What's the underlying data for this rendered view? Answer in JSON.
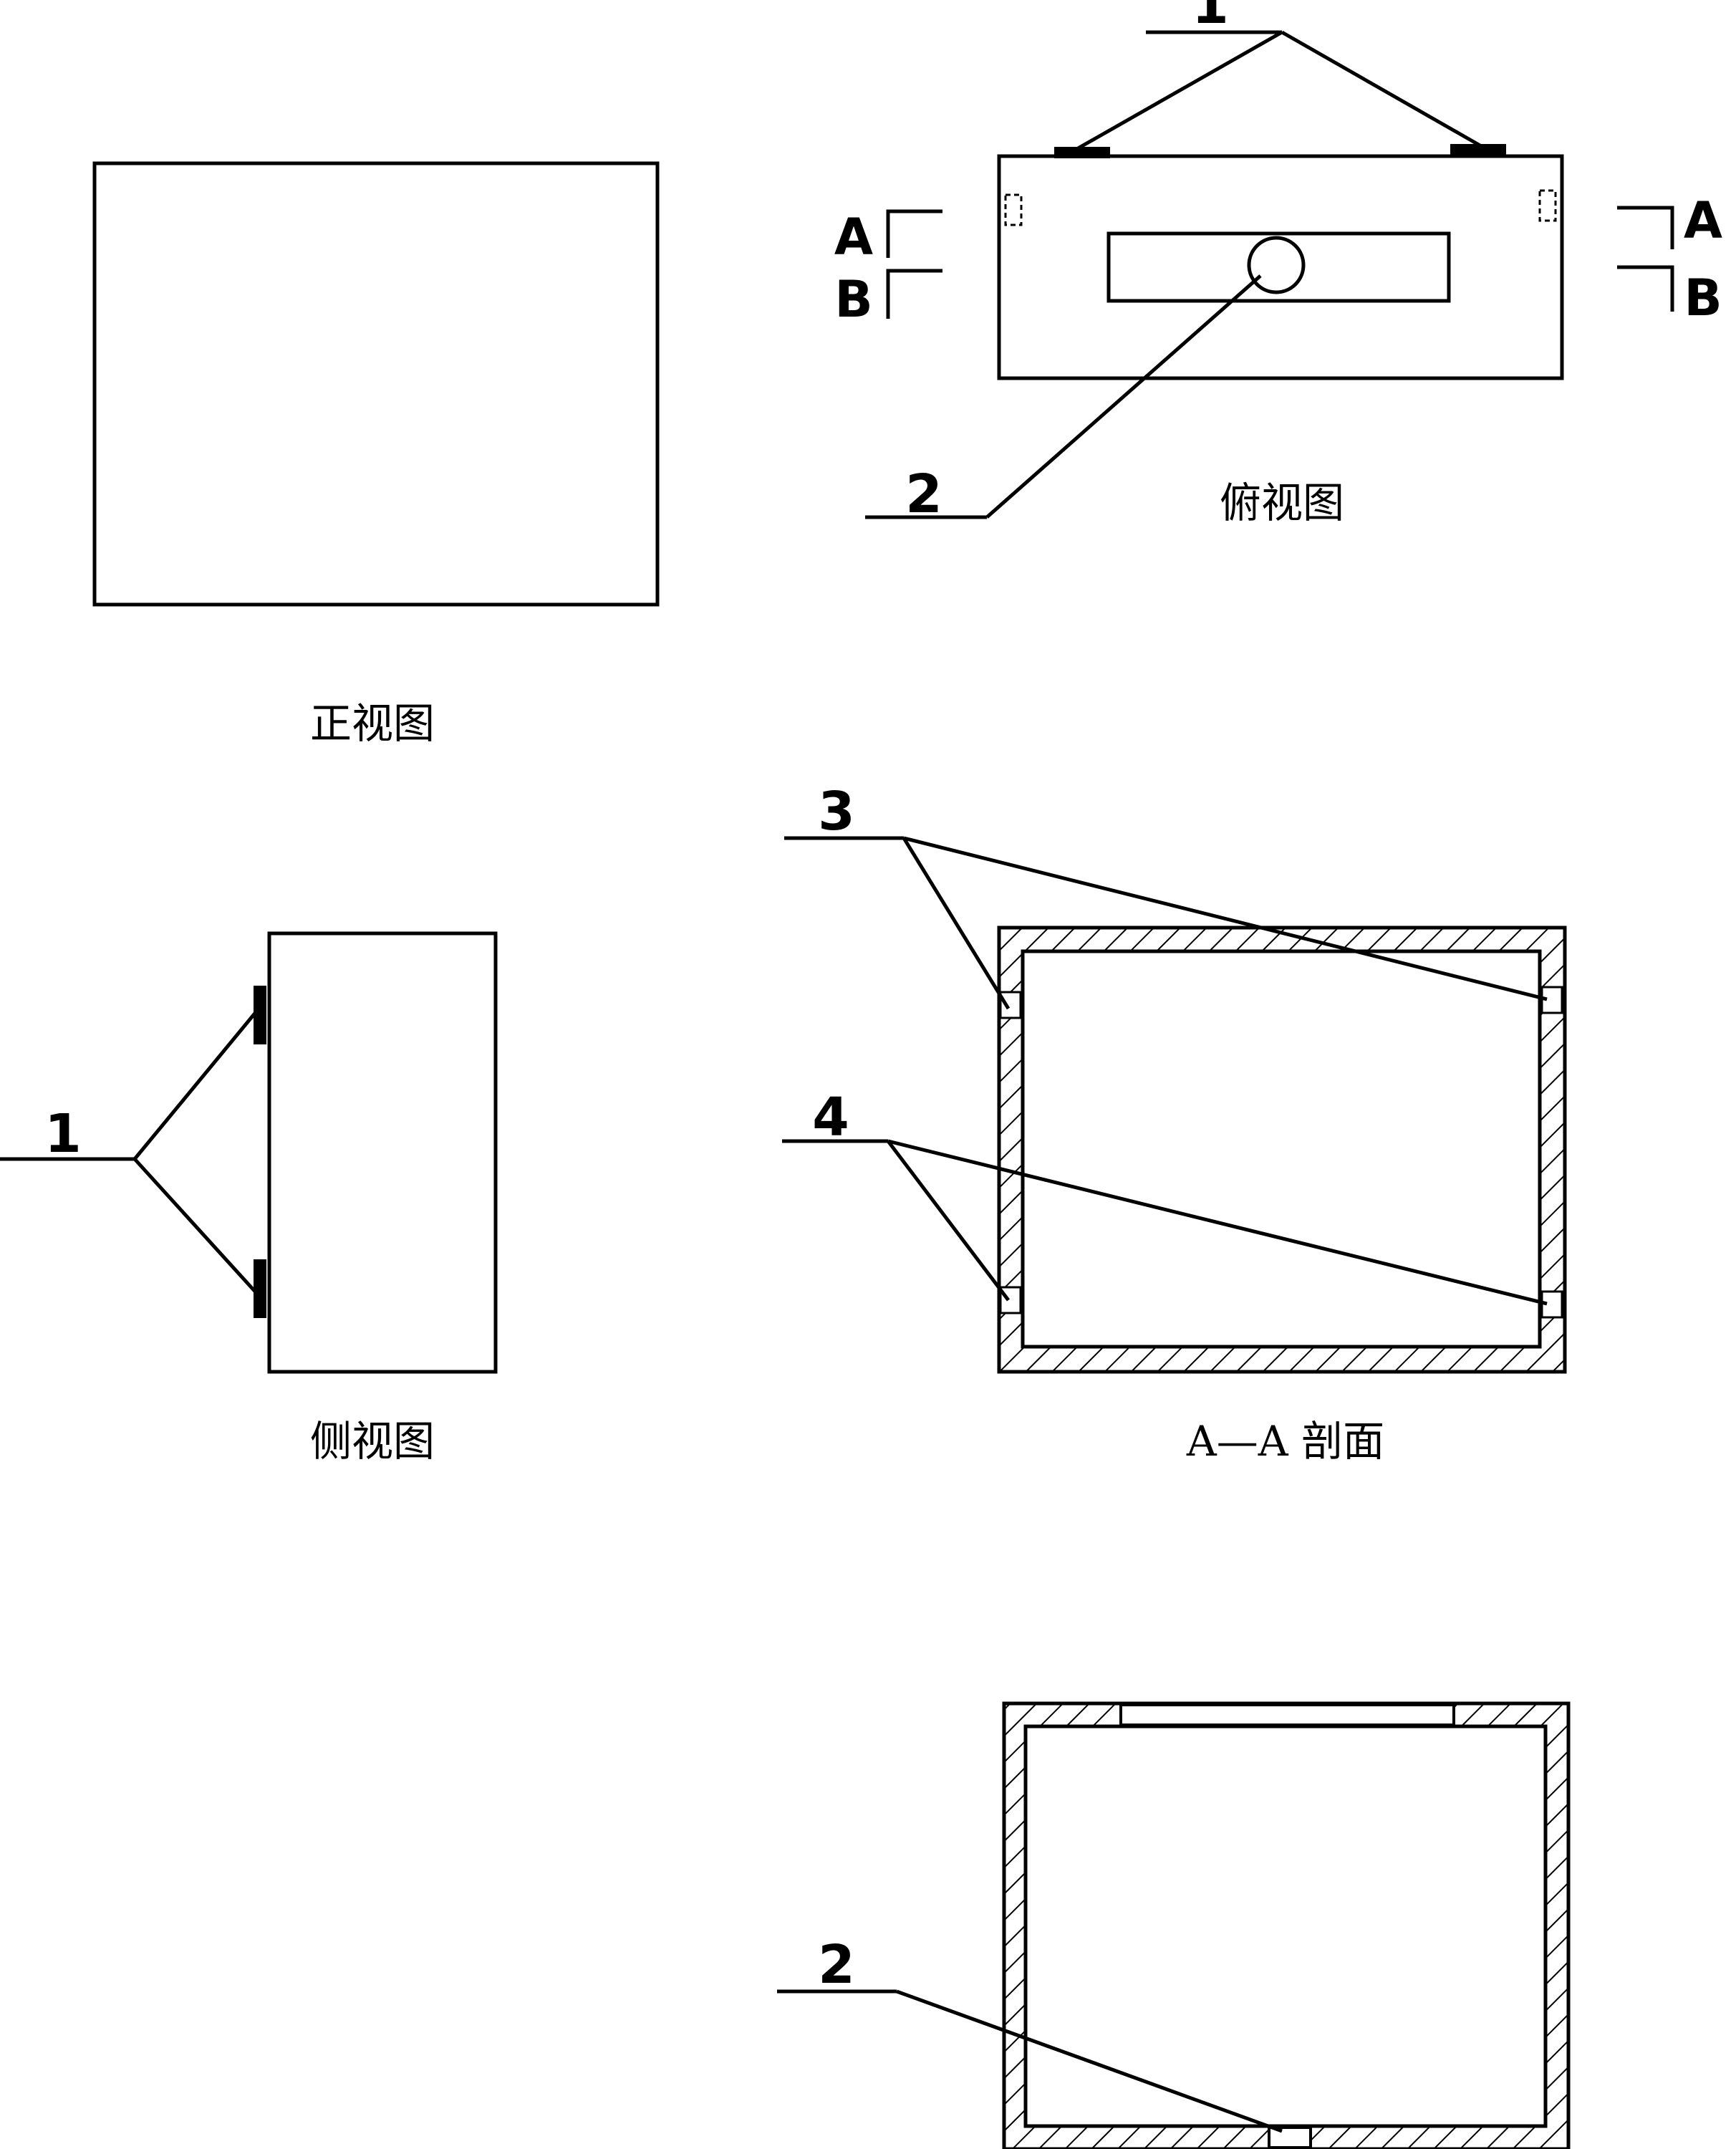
{
  "captions": {
    "top_view": "俯视图",
    "front_view": "正视图",
    "side_view": "侧视图",
    "section_aa": "A—A 剖面"
  },
  "callouts": {
    "one": "1",
    "two": "2",
    "three": "3",
    "four": "4"
  },
  "section_marks": {
    "a": "A",
    "b": "B"
  }
}
